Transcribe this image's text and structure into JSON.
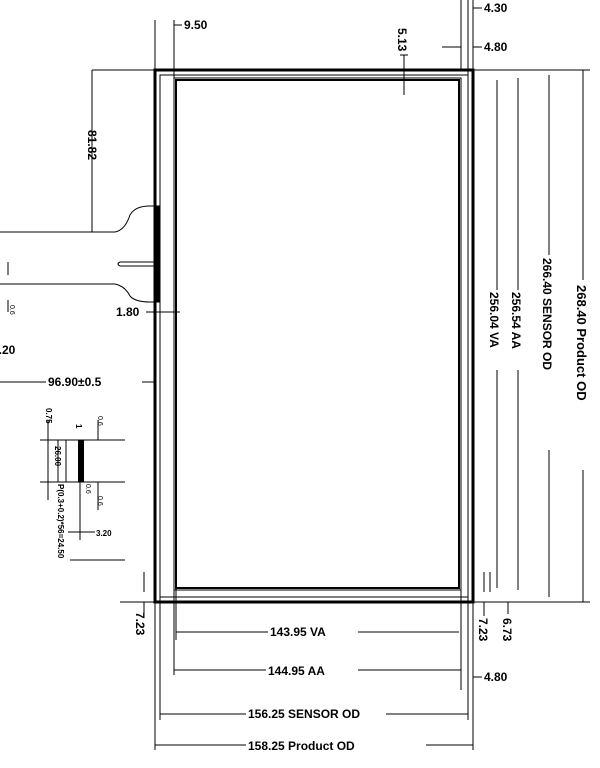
{
  "dimensions": {
    "top_9_50": "9.50",
    "top_5_13": "5.13",
    "top_4_30": "4.30",
    "top_4_80": "4.80",
    "left_81_82": "81.82",
    "left_1_80": "1.80",
    "left_3_20": "3.20",
    "left_96_90": "96.90±0.5",
    "left_0_6": "0.6",
    "right_268_40": "268.40  Product OD",
    "right_266_40": "266.40  SENSOR  OD",
    "right_256_54": "256.54  AA",
    "right_256_04": "256.04  VA",
    "bottom_7_23_left": "7.23",
    "bottom_7_23_right": "7.23",
    "bottom_6_73": "6.73",
    "bottom_4_80": "4.80",
    "bottom_143_95": "143.95  VA",
    "bottom_144_95": "144.95  AA",
    "bottom_156_25": "156.25  SENSOR  OD",
    "bottom_158_25": "158.25    Product OD"
  },
  "detail": {
    "d_0_75": "0.75",
    "d_1": "1",
    "d_0_6a": "0.6",
    "d_26_00": "26.00",
    "d_0_6b": "0.6",
    "d_pitch": "P(0.3+0.2)*56=24.50",
    "d_3_20": "3.20",
    "d_0_6c": "0.6"
  }
}
